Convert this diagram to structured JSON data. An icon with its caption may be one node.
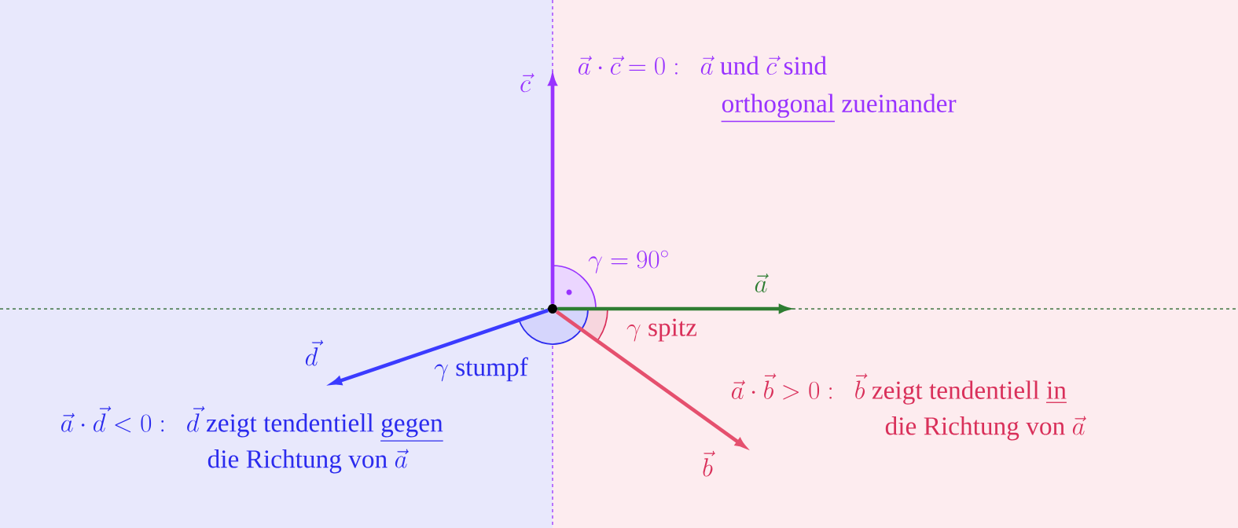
{
  "diagram": {
    "nodes": [
      {
        "text": [],
        "shape": "circle"
      },
      {
        "text": [
          "\\vec{a}"
        ]
      },
      {
        "text": [
          "\\vec{c}"
        ]
      },
      {
        "text": [
          "\\vec{d}"
        ]
      },
      {
        "text": [
          "\\vec{b}"
        ]
      }
    ],
    "edges": [
      {
        "from": 0,
        "to": 1,
        "arrow": "to",
        "color": "#2e7d32"
      },
      {
        "from": 0,
        "to": 2,
        "arrow": "to",
        "color": "#9933ff"
      },
      {
        "from": 0,
        "to": 3,
        "arrow": "to",
        "color": "#3b3bff"
      },
      {
        "from": 0,
        "to": 4,
        "arrow": "to",
        "color": "#e5506e"
      }
    ],
    "labels": [
      "\\vec{a}\\cdot\\vec{c}=0:\\ \\ \\vec{a}\\text{ und }\\vec{c}\\text{ sind}",
      "\\underline{\\text{orthogonal}}\\text{ zueinander}",
      "\\gamma=90^\\circ",
      "\\gamma\\text{ stumpf}",
      "\\gamma\\text{ spitz}",
      "\\vec{a}\\cdot\\vec{b}>0:\\ \\ \\vec{b}\\text{ zeigt tendentiell }\\underline{\\text{in}}",
      "\\text{die Richtung von }\\vec{a}",
      "\\vec{a}\\cdot\\vec{d}<0:\\ \\ \\vec{d}\\text{ zeigt tendentiell }\\underline{\\text{gegen}}",
      "\\text{die Richtung von }\\vec{a}"
    ]
  }
}
